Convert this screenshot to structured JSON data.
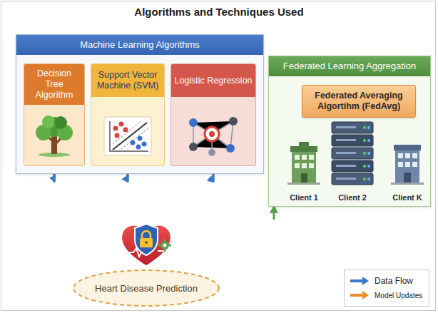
{
  "diagram": {
    "title": "Algorithms and Techniques Used",
    "nodes": [
      {
        "text": [
          "Machine Learning Algorithms"
        ]
      },
      {
        "text": [
          "Decision Tree Algorithm"
        ],
        "in": 0
      },
      {
        "text": [
          "Support Vector Machine (SVM)"
        ],
        "in": 0
      },
      {
        "text": [
          "Logistic Regression"
        ],
        "in": 0
      },
      {
        "text": [
          "Federated Learning Aggregation"
        ]
      },
      {
        "text": [
          "Federated Averaging Algortihm (FedAvg)"
        ],
        "in": 4
      },
      {
        "text": [
          "Client 1"
        ],
        "in": 4
      },
      {
        "text": [
          "Client 2"
        ],
        "in": 4
      },
      {
        "text": [
          "Client K"
        ],
        "in": 4
      },
      {
        "text": [
          "Heart Disease Prediction"
        ]
      }
    ],
    "edges": [
      {
        "from": 1,
        "to": 9,
        "arrow": "to"
      },
      {
        "from": 2,
        "to": 9,
        "arrow": "to"
      },
      {
        "from": 3,
        "to": 9,
        "arrow": "to"
      },
      {
        "from": 9,
        "to": 4,
        "arrow": "to"
      },
      {
        "from": 6,
        "to": 5,
        "arrow": "to"
      },
      {
        "from": 8,
        "to": 5,
        "arrow": "to"
      }
    ],
    "legend": [
      {
        "text": "Data Flow"
      },
      {
        "text": "Model Updates"
      }
    ]
  }
}
